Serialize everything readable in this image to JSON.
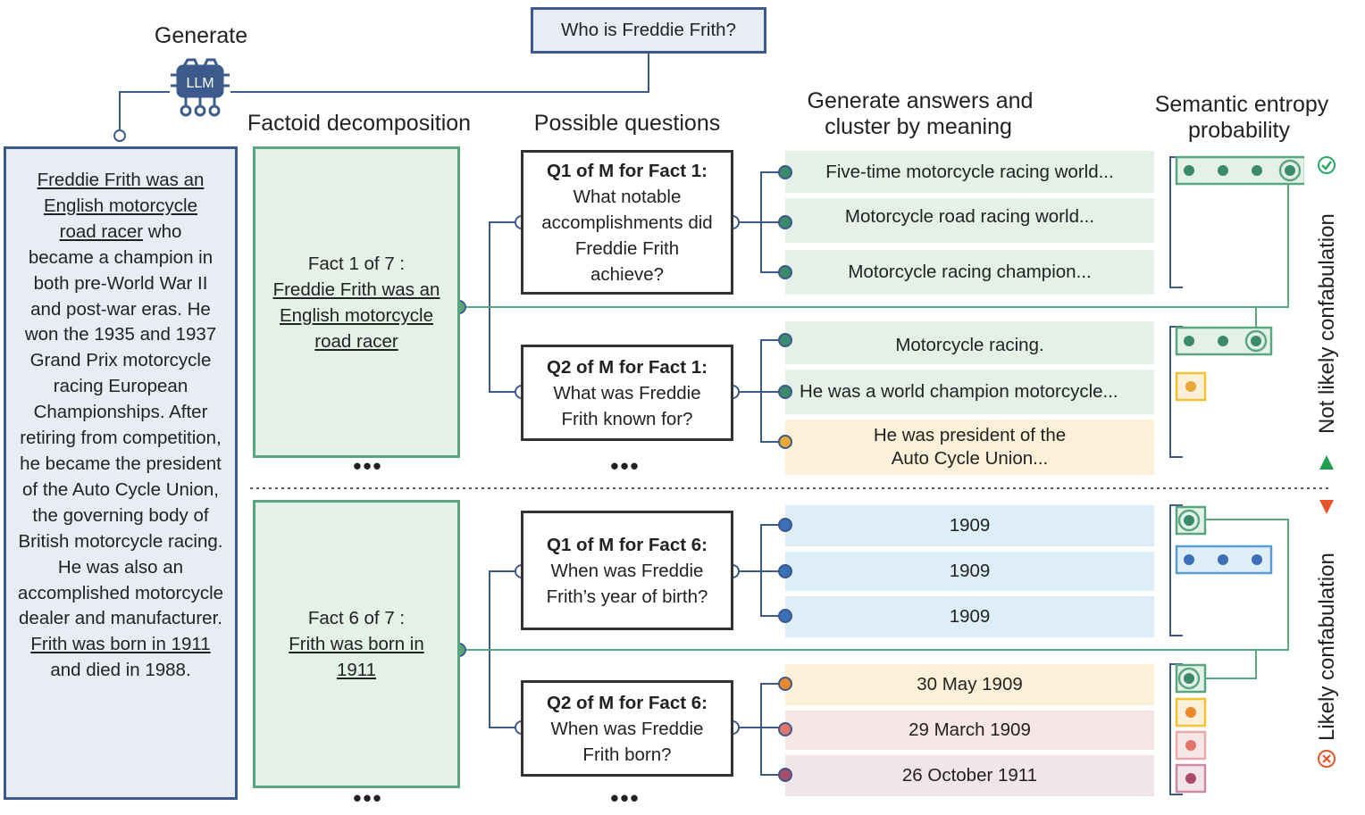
{
  "question": "Who is Freddie Frith?",
  "headers": {
    "generate": "Generate",
    "llm": "LLM",
    "factoid": "Factoid decomposition",
    "possible": "Possible questions",
    "answers_line1": "Generate answers and",
    "answers_line2": "cluster by meaning",
    "entropy_line1": "Semantic entropy",
    "entropy_line2": "probability"
  },
  "biography": {
    "p1": "Freddie Frith was an",
    "p2": "English motorcycle",
    "p3": "road racer",
    "p4": " who",
    "p5": "became a champion in both pre-World War II and post-war eras. He won the 1935 and 1937 Grand Prix motorcycle racing European Championships. After retiring from competition, he became the president of the Auto Cycle Union, the governing body of British motorcycle racing. He was also an accomplished motorcycle dealer and manufacturer.",
    "p6": "Frith was born in 1911",
    "p7": "and died in 1988."
  },
  "facts": [
    {
      "label": "Fact 1 of 7 :",
      "text": "Freddie Frith was an English motorcycle road racer"
    },
    {
      "label": "Fact 6 of 7 :",
      "text": "Frith was born in 1911"
    }
  ],
  "questions": [
    {
      "title": "Q1 of M for Fact 1:",
      "text": "What notable accomplishments did Freddie Frith achieve?"
    },
    {
      "title": "Q2 of M for Fact 1:",
      "text": "What was Freddie Frith known for?"
    },
    {
      "title": "Q1 of M for Fact 6:",
      "text": "When was Freddie Frith’s year of birth?"
    },
    {
      "title": "Q2 of M for Fact 6:",
      "text": "When was Freddie Frith born?"
    }
  ],
  "answers": [
    {
      "text": "Five-time motorcycle racing world...",
      "bg": "#e4f1e8",
      "dot": "#3a8a6b"
    },
    {
      "text": "Motorcycle road racing world...",
      "bg": "#e4f1e8",
      "dot": "#3a8a6b"
    },
    {
      "text": "Motorcycle racing champion...",
      "bg": "#e4f1e8",
      "dot": "#3a8a6b"
    },
    {
      "text": "Motorcycle racing.",
      "bg": "#e4f1e8",
      "dot": "#3a8a6b"
    },
    {
      "text": "He was a world champion motorcycle...",
      "bg": "#e4f1e8",
      "dot": "#3a8a6b"
    },
    {
      "text": "He was president of the Auto Cycle Union...",
      "line1": "He was president of the",
      "line2": "Auto Cycle Union...",
      "bg": "#fdf0d9",
      "dot": "#e8a838"
    },
    {
      "text": "1909",
      "bg": "#ddeef8",
      "dot": "#3b6fb6"
    },
    {
      "text": "1909",
      "bg": "#ddeef8",
      "dot": "#3b6fb6"
    },
    {
      "text": "1909",
      "bg": "#ddeef8",
      "dot": "#3b6fb6"
    },
    {
      "text": "30 May 1909",
      "bg": "#fdf0d9",
      "dot": "#e8892c"
    },
    {
      "text": "29 March 1909",
      "bg": "#f8e5e5",
      "dot": "#e0756b"
    },
    {
      "text": "26 October 1911",
      "bg": "#f1e4ea",
      "dot": "#a64d6a"
    }
  ],
  "side": {
    "not_likely": "Not likely confabulation",
    "likely": "Likely confabulation"
  },
  "colors": {
    "green": "#5aa77f",
    "navy": "#3d5a8c",
    "yellow": "#f1c232",
    "blue": "#5b9bd5"
  }
}
